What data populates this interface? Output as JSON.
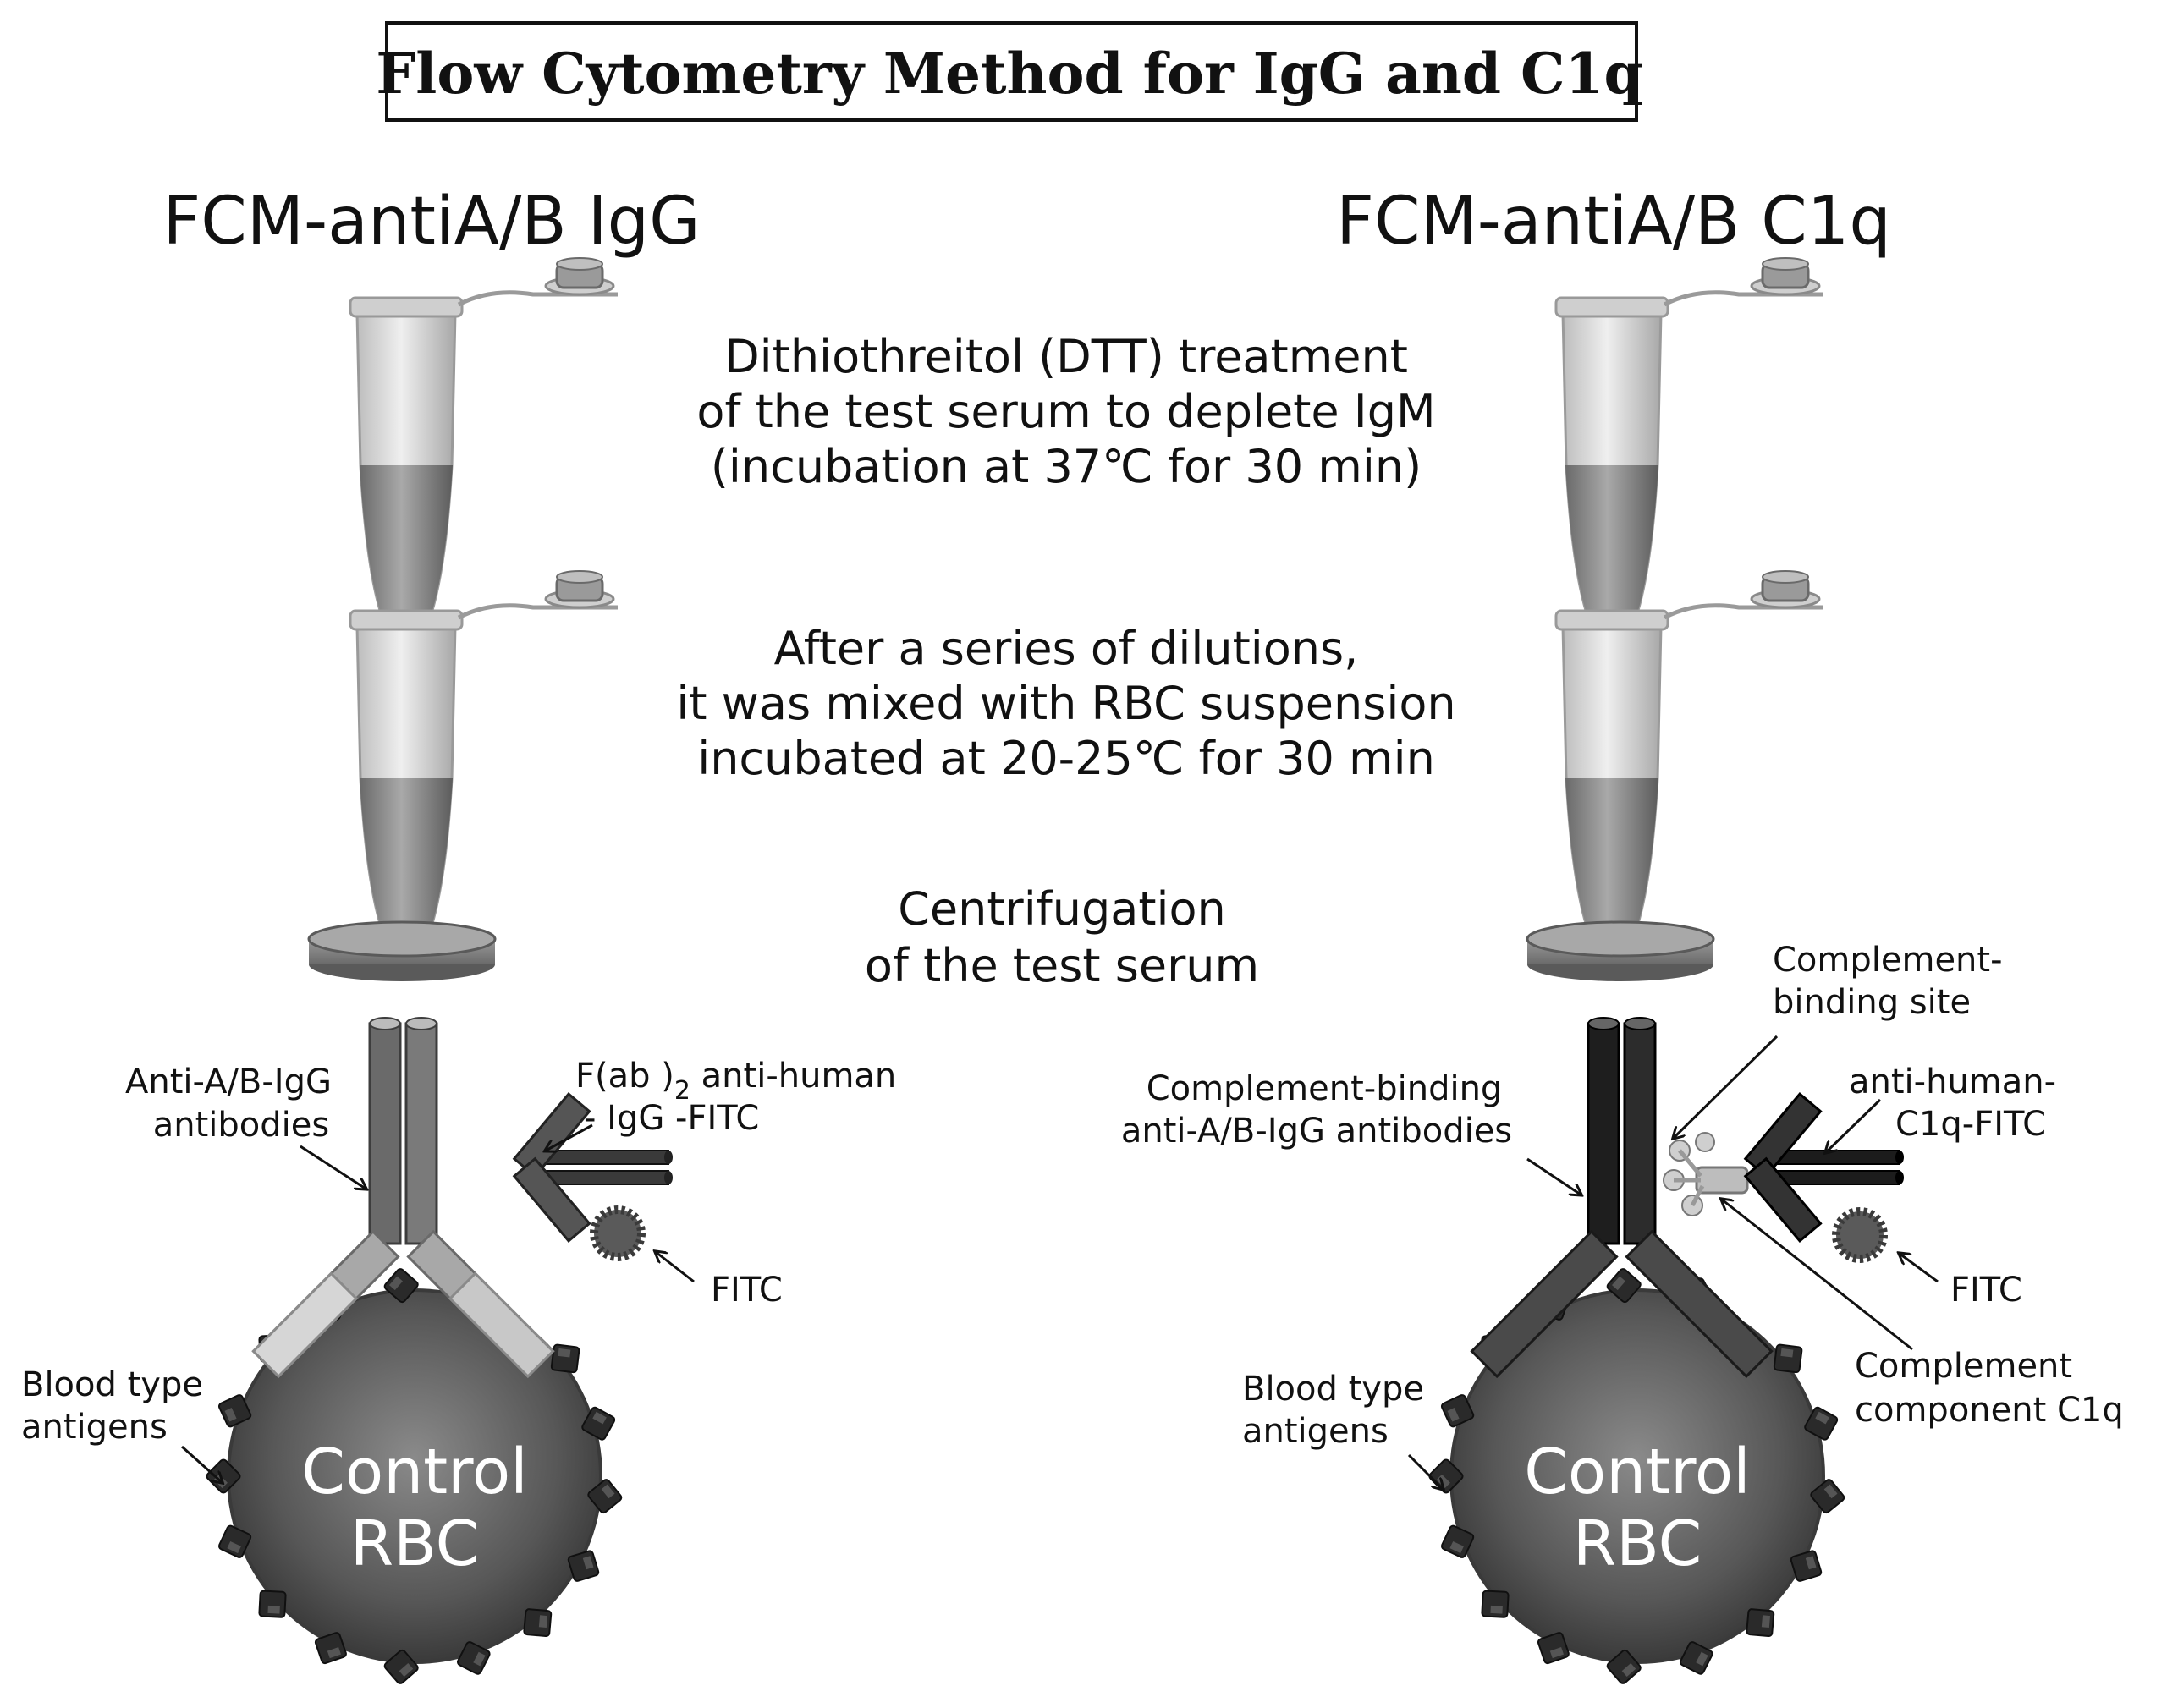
{
  "title": "Flow Cytometry Method for IgG and C1q",
  "left": {
    "heading": "FCM-antiA/B IgG",
    "labels": {
      "antibody": [
        "Anti-A/B-IgG",
        "antibodies"
      ],
      "secondary": [
        "F(ab )",
        "2",
        " anti-human",
        "- IgG -FITC"
      ],
      "fitc": "FITC",
      "antigens": [
        "Blood type",
        "antigens"
      ],
      "cell": [
        "Control",
        "RBC"
      ]
    }
  },
  "right": {
    "heading": "FCM-antiA/B C1q",
    "labels": {
      "binding_site": [
        "Complement-",
        "binding site"
      ],
      "antibody": [
        "Complement-binding",
        "anti-A/B-IgG antibodies"
      ],
      "secondary": [
        "anti-human-",
        "C1q-FITC"
      ],
      "fitc": "FITC",
      "c1q": [
        "Complement",
        "component C1q"
      ],
      "antigens": [
        "Blood type",
        "antigens"
      ],
      "cell": [
        "Control",
        "RBC"
      ]
    }
  },
  "steps": [
    {
      "lines": [
        "Dithiothreitol (DTT) treatment",
        "of the test serum to deplete IgM",
        "(incubation at 37℃ for 30 min)"
      ]
    },
    {
      "lines": [
        "After a series of dilutions,",
        "it was mixed with RBC suspension",
        "incubated at 20-25℃ for 30 min"
      ]
    },
    {
      "lines": [
        "Centrifugation",
        "of the test serum"
      ]
    }
  ],
  "colors": {
    "ink": "#111111",
    "tube_light": "#d8d8d8",
    "tube_dark": "#7a7a7a",
    "antibody_left": "#6e6e6e",
    "antibody_right": "#1c1c1c",
    "rbc": "#4d4d4d",
    "antigen": "#2a2a2a"
  }
}
